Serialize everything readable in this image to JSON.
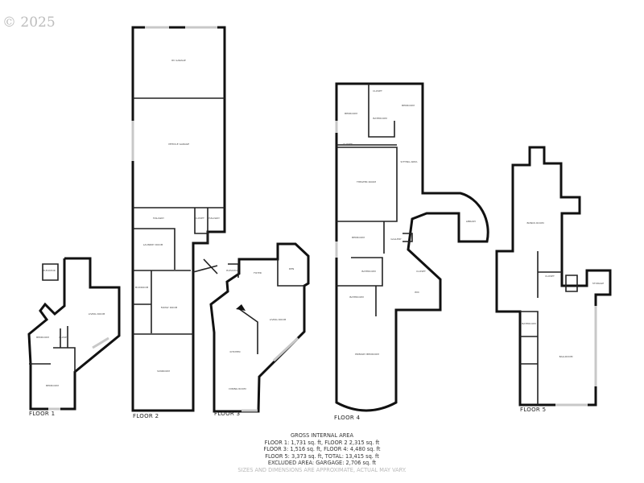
{
  "copyright": "© 2025",
  "floors": [
    {
      "label": "FLOOR 1",
      "rooms": [
        "LIVING ROOM",
        "BEDROOM",
        "BEDROOM",
        "CLOSET",
        "ELEVATOR"
      ]
    },
    {
      "label": "FLOOR 2",
      "rooms": [
        "RV GARAGE",
        "VEHICLE GARAGE",
        "HALLWAY",
        "CLOSET",
        "HALLWAY",
        "LAUNDRY ROOM",
        "MUDROOM",
        "FAMILY ROOM",
        "SUNROOM"
      ]
    },
    {
      "label": "FLOOR 3",
      "rooms": [
        "FOYER",
        "DEN",
        "LIVING ROOM",
        "KITCHEN",
        "DINING ROOM",
        "ELEVATOR"
      ]
    },
    {
      "label": "FLOOR 4",
      "rooms": [
        "BEDROOM",
        "BEDROOM",
        "CLOSET",
        "BATHROOM",
        "CLOSET",
        "THEATER ROOM",
        "SITTING AREA",
        "BEDROOM",
        "GALLERY",
        "BATHROOM",
        "BATHROOM",
        "CLOSET",
        "WIC",
        "PRIMARY BEDROOM",
        "LIBRARY"
      ]
    },
    {
      "label": "FLOOR 5",
      "rooms": [
        "BONUS ROOM",
        "CLOSET",
        "STORAGE",
        "BATHROOM",
        "BALLROOM"
      ]
    }
  ],
  "gross_area": {
    "title": "GROSS INTERNAL AREA",
    "line1": "FLOOR 1: 1,731 sq. ft, FLOOR 2 2,315 sq. ft",
    "line2": "FLOOR 3: 1,516 sq. ft, FLOOR 4: 4,480 sq. ft",
    "line3": "FLOOR 5: 3,373 sq. ft, TOTAL: 13,415 sq. ft",
    "line4": "EXCLUDED AREA: GARGAGE: 2,706 sq. ft",
    "note": "SIZES AND DIMENSIONS ARE APPROXIMATE, ACTUAL MAY VARY."
  }
}
